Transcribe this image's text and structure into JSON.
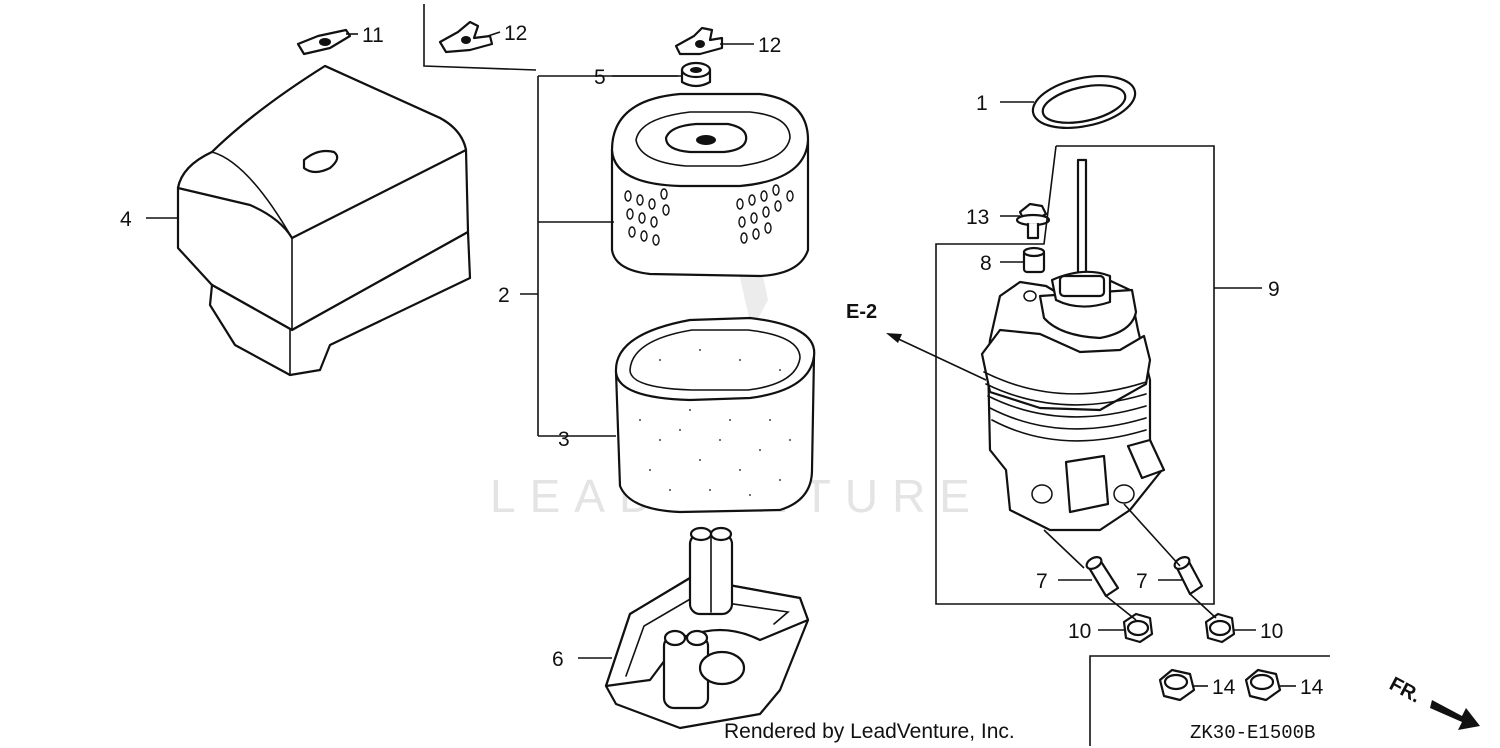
{
  "watermark": "LEADVENTURE",
  "footer_text": "Rendered by LeadVenture, Inc.",
  "diagram_code": "ZK30-E1500B",
  "reference": "E-2",
  "direction_mark": "FR.",
  "callouts": {
    "c1": "1",
    "c2": "2",
    "c3": "3",
    "c4": "4",
    "c5": "5",
    "c6": "6",
    "c7a": "7",
    "c7b": "7",
    "c8": "8",
    "c9": "9",
    "c10a": "10",
    "c10b": "10",
    "c11": "11",
    "c12a": "12",
    "c12b": "12",
    "c13": "13",
    "c14a": "14",
    "c14b": "14"
  },
  "parts": [
    {
      "id": "1",
      "icon": "gasket-ring-icon"
    },
    {
      "id": "2",
      "icon": "air-cleaner-element-icon"
    },
    {
      "id": "3",
      "icon": "foam-pre-filter-icon"
    },
    {
      "id": "4",
      "icon": "air-cleaner-cover-icon"
    },
    {
      "id": "5",
      "icon": "grommet-icon"
    },
    {
      "id": "6",
      "icon": "air-cleaner-case-icon"
    },
    {
      "id": "7",
      "icon": "collar-icon"
    },
    {
      "id": "8",
      "icon": "spacer-icon"
    },
    {
      "id": "9",
      "icon": "elbow-housing-icon"
    },
    {
      "id": "10",
      "icon": "flange-nut-icon"
    },
    {
      "id": "11",
      "icon": "wing-nut-icon"
    },
    {
      "id": "12",
      "icon": "wing-nut-icon"
    },
    {
      "id": "13",
      "icon": "flange-bolt-icon"
    },
    {
      "id": "14",
      "icon": "flange-nut-icon"
    }
  ]
}
